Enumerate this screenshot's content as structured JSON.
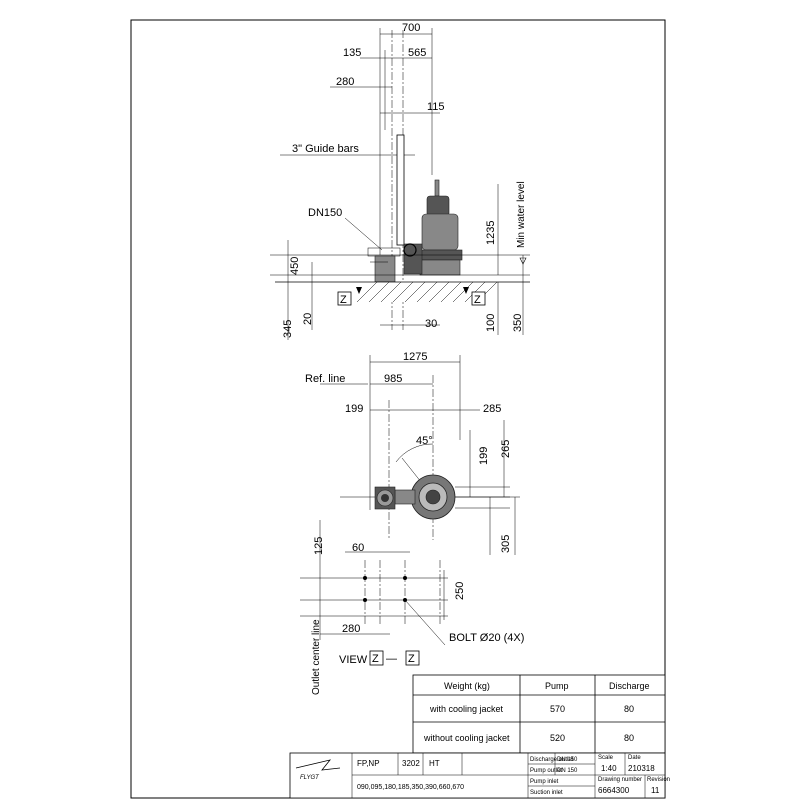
{
  "dims_elevation": {
    "d700": "700",
    "d135": "135",
    "d565": "565",
    "d280": "280",
    "d115": "115",
    "guide_bars": "3\" Guide bars",
    "dn150": "DN150",
    "d1235": "1235",
    "min_water_level": "Min water level",
    "d450": "450",
    "z_left": "Z",
    "z_right": "Z",
    "d345": "345",
    "d20": "20",
    "d30": "30",
    "d100": "100",
    "d350": "350"
  },
  "dims_plan": {
    "d1275": "1275",
    "ref_line": "Ref. line",
    "d985": "985",
    "d199a": "199",
    "d285": "285",
    "angle45": "45°",
    "d199b": "199",
    "d265": "265",
    "d305": "305"
  },
  "dims_view": {
    "d125": "125",
    "d60": "60",
    "d250": "250",
    "d280": "280",
    "bolt": "BOLT Ø20 (4X)",
    "outlet_center_line": "Outlet center line",
    "view_label": "VIEW",
    "z1": "Z",
    "sep": "—",
    "z2": "Z"
  },
  "weight_table": {
    "headers": [
      "Weight (kg)",
      "Pump",
      "Discharge"
    ],
    "rows": [
      {
        "label": "with cooling jacket",
        "pump": "570",
        "discharge": "80"
      },
      {
        "label": "without cooling jacket",
        "pump": "520",
        "discharge": "80"
      }
    ]
  },
  "title_block": {
    "logo": "FLYGT",
    "type": "FP,NP",
    "model": "3202",
    "variant": "HT",
    "curves": "090,095,180,185,350,390,660,670",
    "discharge_outlet_label": "Discharge outlet",
    "discharge_outlet_val": "DN 150",
    "pump_outlet_label": "Pump outlet",
    "pump_outlet_val": "DN 150",
    "pump_inlet_label": "Pump inlet",
    "suction_inlet_label": "Suction inlet",
    "scale_label": "Scale",
    "scale_val": "1:40",
    "date_label": "Date",
    "date_val": "210318",
    "drawing_number_label": "Drawing number",
    "drawing_number_val": "6664300",
    "revision_label": "Revision",
    "revision_val": "11"
  }
}
